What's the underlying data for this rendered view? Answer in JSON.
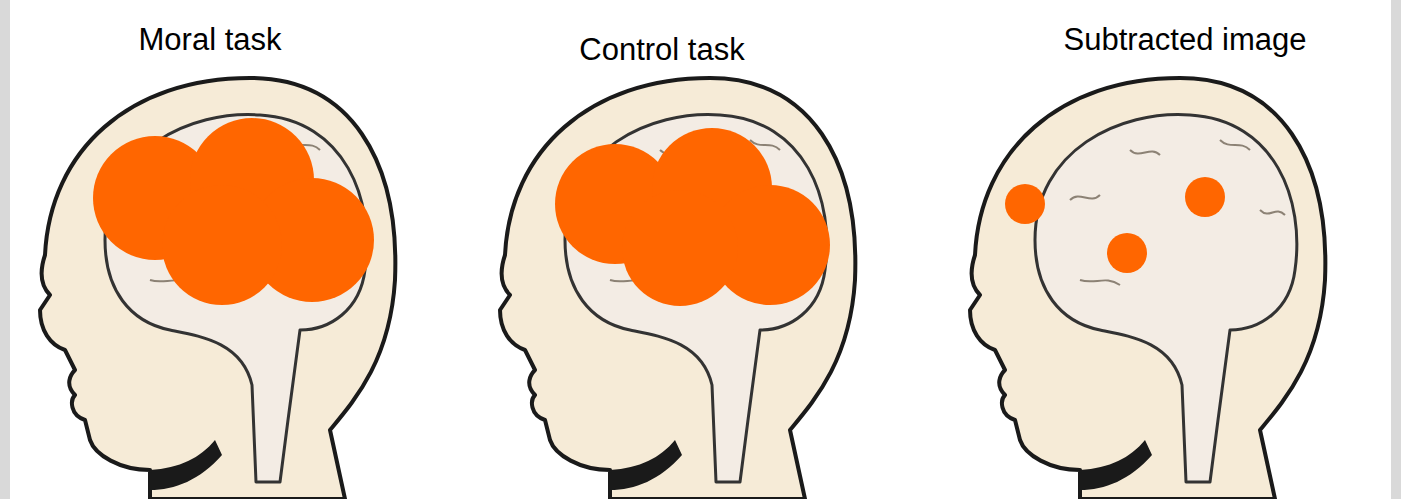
{
  "diagram": {
    "labels": [
      "Moral task",
      "Control task",
      "Subtracted image"
    ]
  }
}
